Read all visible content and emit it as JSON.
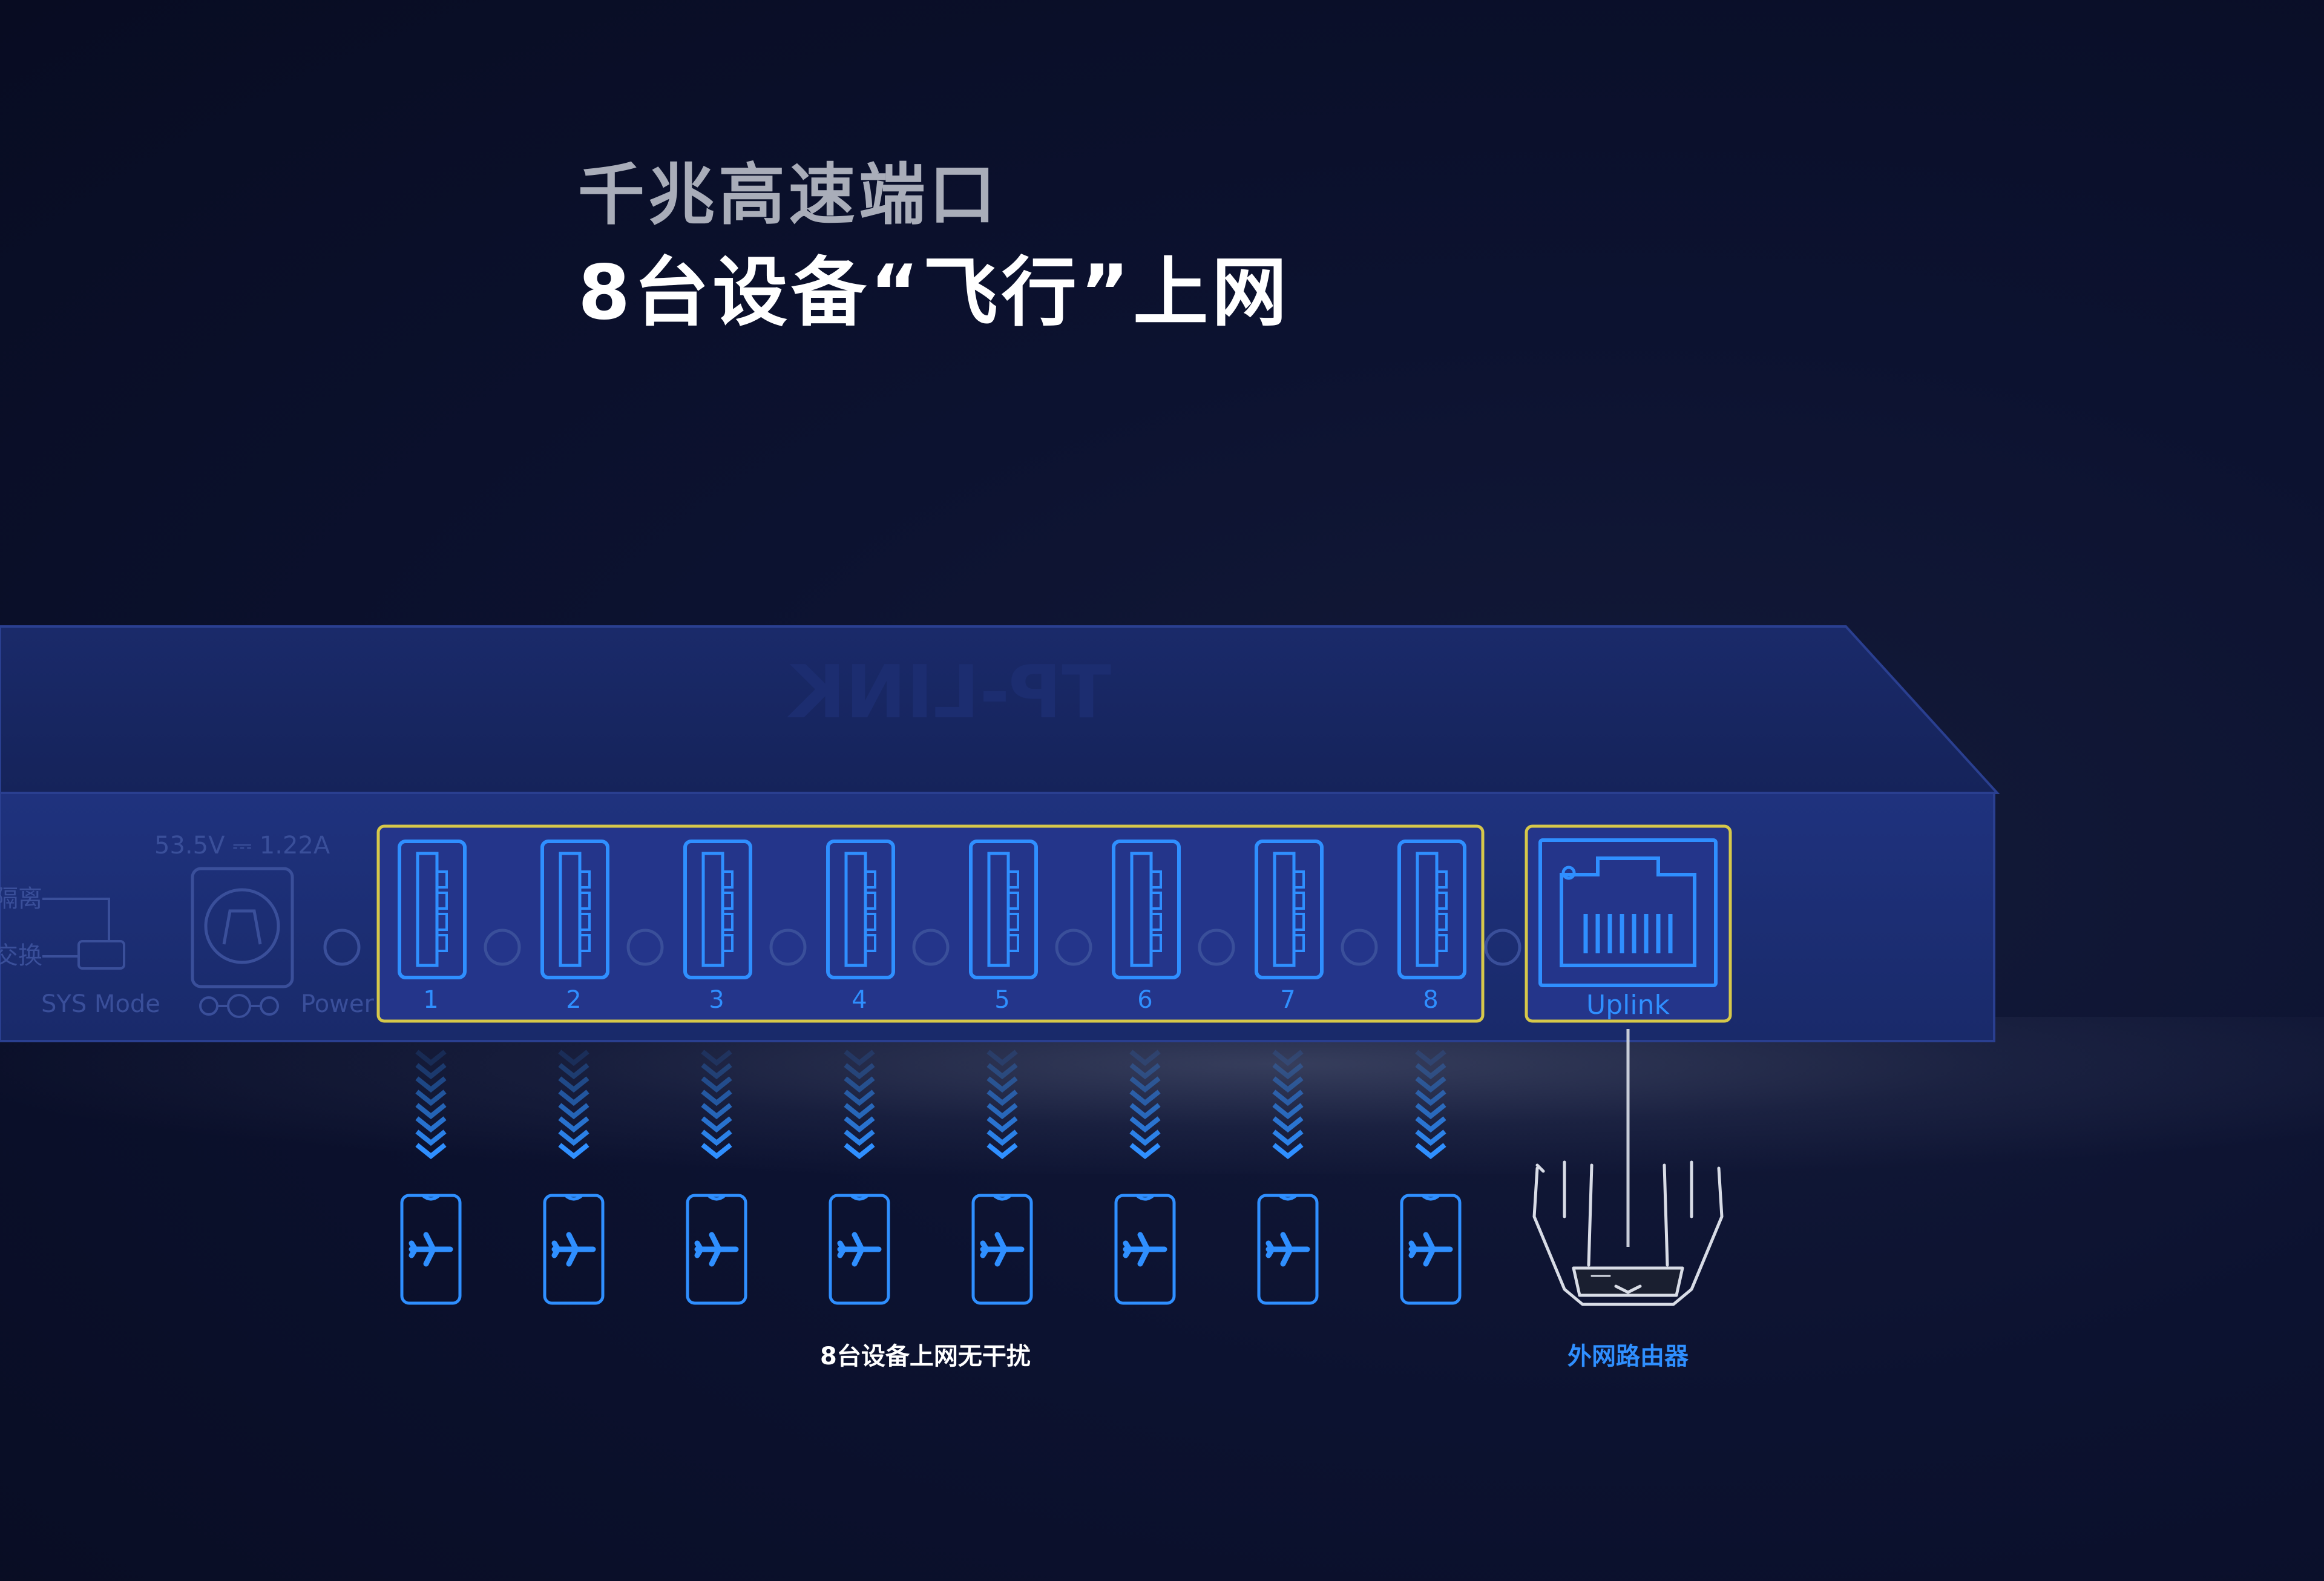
{
  "heading": {
    "line1": "千兆高速端口",
    "line2": "8台设备“飞行”上网"
  },
  "device": {
    "brand_logo": "TP-LINK",
    "power_rating": "53.5V ⎓ 1.22A",
    "left_labels": [
      "隔离",
      "交换"
    ],
    "sys_mode_label": "SYS Mode",
    "power_label": "Power",
    "port_numbers": [
      "1",
      "2",
      "3",
      "4",
      "5",
      "6",
      "7",
      "8"
    ],
    "uplink_label": "Uplink"
  },
  "captions": {
    "devices": "8台设备上网无干扰",
    "router": "外网路由器"
  },
  "icons": {
    "phone": "phone-airplane-icon",
    "arrow": "chevron-down-icon",
    "router": "router-icon",
    "ethernet": "ethernet-port-icon"
  },
  "colors": {
    "accent_blue": "#2f8fff",
    "highlight_yellow": "#d6c84a",
    "panel_blue": "#1d3078",
    "background": "#0c1230"
  }
}
